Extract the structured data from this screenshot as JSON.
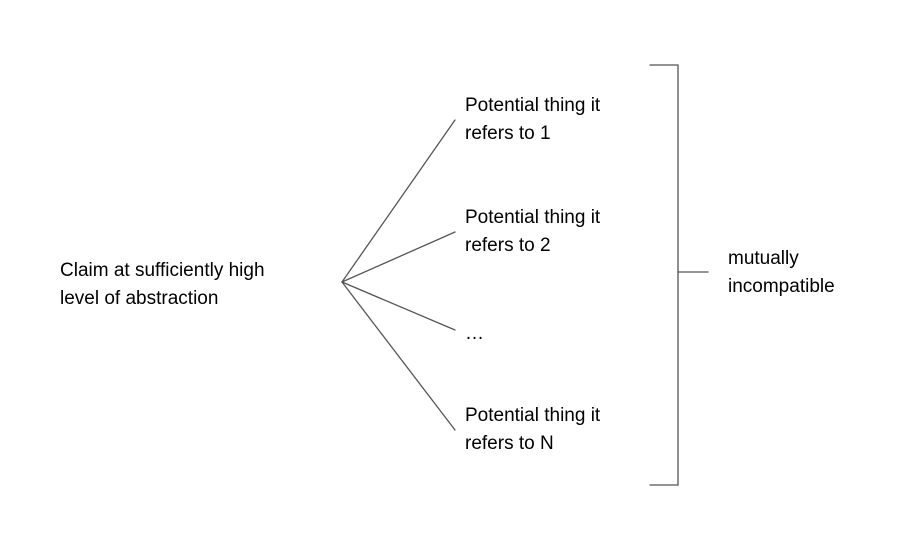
{
  "source": {
    "line1": "Claim at sufficiently high",
    "line2": "level of abstraction"
  },
  "targets": [
    {
      "line1": "Potential thing it",
      "line2": "refers to 1"
    },
    {
      "line1": "Potential thing it",
      "line2": "refers to 2"
    },
    {
      "line1": "…",
      "line2": ""
    },
    {
      "line1": "Potential thing it",
      "line2": "refers to N"
    }
  ],
  "bracket": {
    "line1": "mutually",
    "line2": "incompatible"
  },
  "colors": {
    "line": "#555555",
    "text": "#000000",
    "background": "#ffffff"
  }
}
